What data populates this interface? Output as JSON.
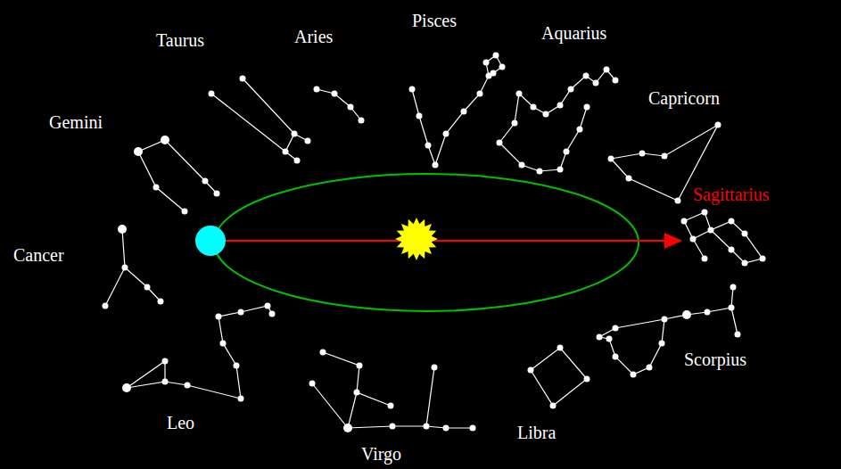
{
  "diagram": {
    "labels": [
      "Taurus",
      "Aries",
      "Pisces",
      "Aquarius",
      "Gemini",
      "Capricorn",
      "Sagittarius",
      "Cancer",
      "Scorpius",
      "Leo",
      "Libra",
      "Virgo"
    ]
  }
}
